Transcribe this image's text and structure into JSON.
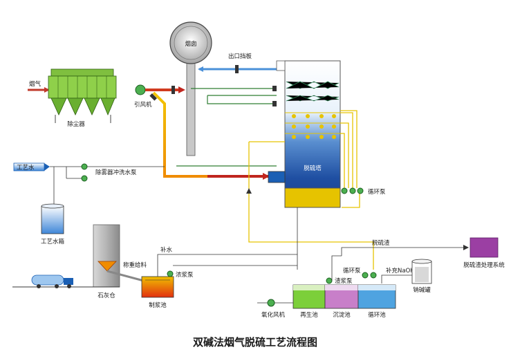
{
  "diagram": {
    "title": "双碱法烟气脱硫工艺流程图",
    "labels": {
      "chimney": "烟囱",
      "outlet_damper": "出口挡板",
      "flue_gas": "烟气",
      "dust_collector": "除尘器",
      "induced_fan": "引风机",
      "process_water": "工艺水",
      "mist_eliminator_pump": "除雾器冲洗水泵",
      "process_water_tank": "工艺水箱",
      "desulfurization_tower": "脱硫塔",
      "circulation_pump_tower": "循环泵",
      "desulfurization_slag": "脱硫渣",
      "slag_system": "脱硫渣处理系统",
      "lime_silo": "石灰仓",
      "weighing_feeder": "称重给料",
      "makeup_water": "补水",
      "slurry_pump": "浓浆泵",
      "slurry_tank": "制浆池",
      "oxidation_fan": "氧化风机",
      "regeneration_tank": "再生池",
      "sedimentation_tank": "沉淀池",
      "circulation_tank": "循环池",
      "slag_pump": "渣浆泵",
      "circulation_pump_bottom": "循环泵",
      "naoh_supplement": "补充NaOH",
      "soda_tank": "钠碱罐"
    },
    "colors": {
      "water_blue": "#1a5fb4",
      "liquid_yellow": "#e6c300",
      "gas_red": "#c0392b",
      "green_line": "#2e7d32",
      "slag_purple": "#9b3fa3",
      "silo_gray": "#a0a0a0"
    }
  }
}
